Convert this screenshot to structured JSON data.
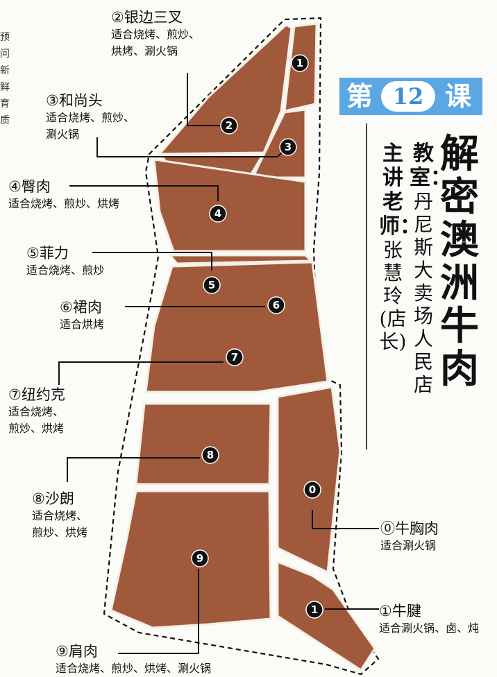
{
  "clipped_left_text": [
    "预问",
    "新鲜",
    "育质"
  ],
  "header": {
    "lesson_badge": {
      "prefix": "第",
      "number": "12",
      "suffix": "课"
    },
    "title": "解密澳洲牛肉",
    "venue_label": "教室：",
    "venue": "丹尼斯大卖场人民店",
    "lecturer_label": "主讲老师：",
    "lecturer": "张慧玲(店长)"
  },
  "cuts": [
    {
      "marker": "①",
      "name": "",
      "use": ""
    },
    {
      "marker": "②",
      "name": "银边三叉",
      "use": "适合烧烤、煎炒、",
      "use2": "烘烤、涮火锅"
    },
    {
      "marker": "③",
      "name": "和尚头",
      "use": "适合烧烤、煎炒、",
      "use2": "涮火锅"
    },
    {
      "marker": "④",
      "name": "臀肉",
      "use": "适合烧烤、煎炒、烘烤"
    },
    {
      "marker": "⑤",
      "name": "菲力",
      "use": "适合烧烤、煎炒"
    },
    {
      "marker": "⑥",
      "name": "裙肉",
      "use": "适合烘烤"
    },
    {
      "marker": "⑦",
      "name": "纽约克",
      "use": "适合烧烤、",
      "use2": "煎炒、烘烤"
    },
    {
      "marker": "⑧",
      "name": "沙朗",
      "use": "适合烧烤、",
      "use2": "煎炒、烘烤"
    },
    {
      "marker": "⑨",
      "name": "肩肉",
      "use": "适合烧烤、煎炒、烘烤、涮火锅"
    },
    {
      "marker": "⓪",
      "name": "牛胸肉",
      "use": "适合涮火锅"
    },
    {
      "marker": "①",
      "name": "牛腱",
      "use": "适合涮火锅、卤、炖"
    }
  ],
  "map_markers": [
    "1",
    "2",
    "3",
    "4",
    "5",
    "6",
    "7",
    "8",
    "0",
    "9",
    "1"
  ],
  "colors": {
    "meat": "#a0593a",
    "badge": "#5aa7e4"
  }
}
